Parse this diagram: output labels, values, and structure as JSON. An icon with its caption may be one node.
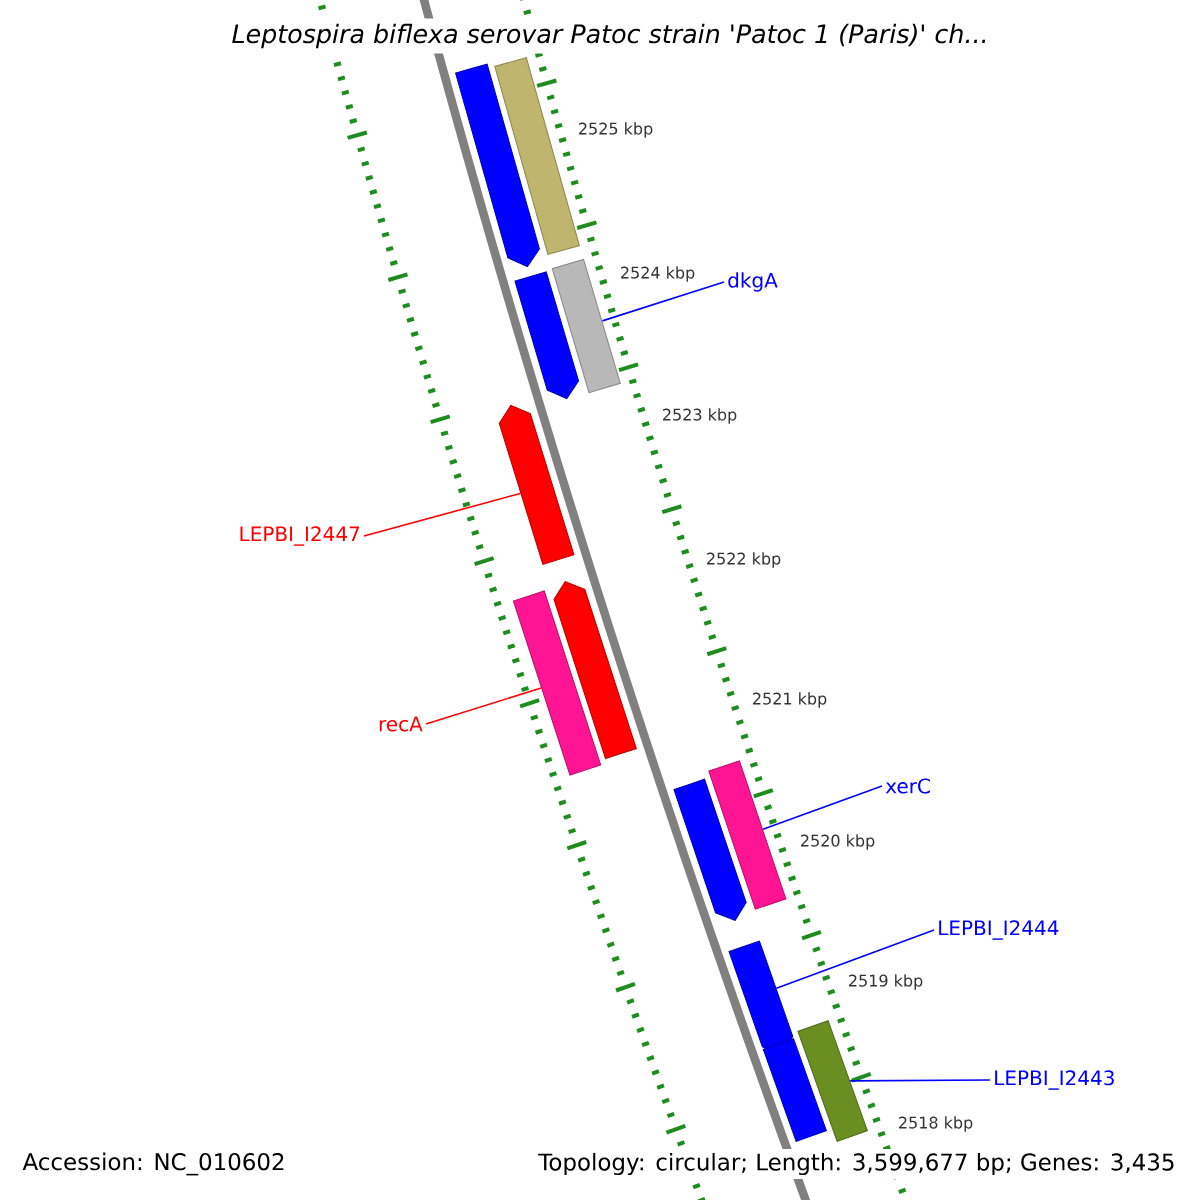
{
  "diagram": {
    "title": "Leptospira biflexa serovar Patoc strain 'Patoc 1 (Paris)' ch...",
    "nodes": [
      {
        "text": [],
        "shape": "bar"
      },
      {
        "text": [],
        "shape": "bar"
      },
      {
        "text": [],
        "shape": "bar"
      },
      {
        "text": [],
        "shape": "bar"
      },
      {
        "text": [
          "dkgA"
        ]
      },
      {
        "text": [],
        "shape": "bar"
      },
      {
        "text": [
          "LEPBI_I2447"
        ]
      },
      {
        "text": [],
        "shape": "bar"
      },
      {
        "text": [],
        "shape": "bar"
      },
      {
        "text": [
          "recA"
        ]
      },
      {
        "text": [],
        "shape": "bar"
      },
      {
        "text": [],
        "shape": "bar"
      },
      {
        "text": [
          "xerC"
        ]
      },
      {
        "text": [],
        "shape": "bar"
      },
      {
        "text": [
          "LEPBI_I2444"
        ]
      },
      {
        "text": [],
        "shape": "bar"
      },
      {
        "text": [],
        "shape": "bar"
      },
      {
        "text": [
          "LEPBI_I2443"
        ]
      }
    ],
    "edges": [
      {
        "from": 4,
        "to": 3,
        "arrow": "none"
      },
      {
        "from": 6,
        "to": 5,
        "arrow": "none",
        "color": "#ff0000"
      },
      {
        "from": 9,
        "to": 7,
        "arrow": "none",
        "color": "#ff0000"
      },
      {
        "from": 12,
        "to": 11,
        "arrow": "none"
      },
      {
        "from": 14,
        "to": 13,
        "arrow": "none"
      },
      {
        "from": 17,
        "to": 16,
        "arrow": "none"
      }
    ],
    "labels": [
      "2525 kbp",
      "2524 kbp",
      "2523 kbp",
      "2522 kbp",
      "2521 kbp",
      "2520 kbp",
      "2519 kbp",
      "2518 kbp",
      "Accession: NC_010602",
      "Topology: circular; Length: 3,599,677 bp; Genes: 3,435"
    ]
  }
}
